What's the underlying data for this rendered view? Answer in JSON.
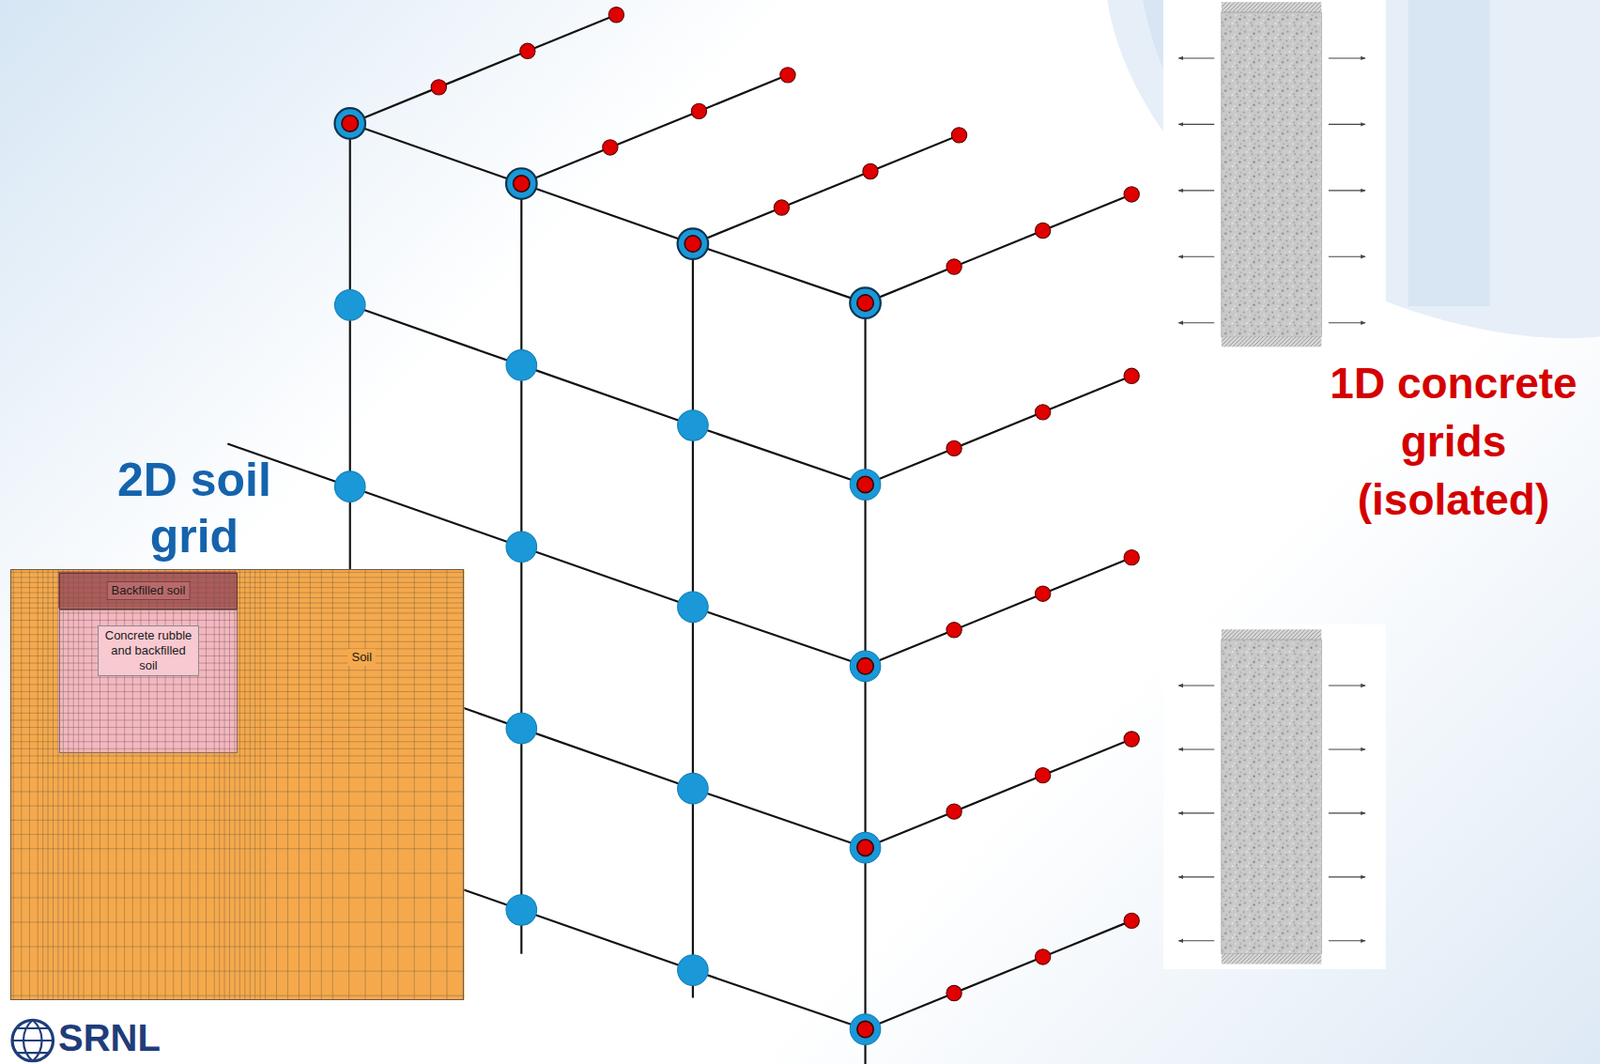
{
  "diagram": {
    "nodes": [
      {
        "text": [
          "2D soil grid",
          "Soil"
        ]
      },
      {
        "text": [
          "Concrete rubble and backfilled soil"
        ],
        "in": 0
      },
      {
        "text": [
          "Backfilled soil"
        ],
        "in": 0
      }
    ],
    "labels": [
      "1D concrete grids (isolated)",
      "SRNL"
    ]
  }
}
